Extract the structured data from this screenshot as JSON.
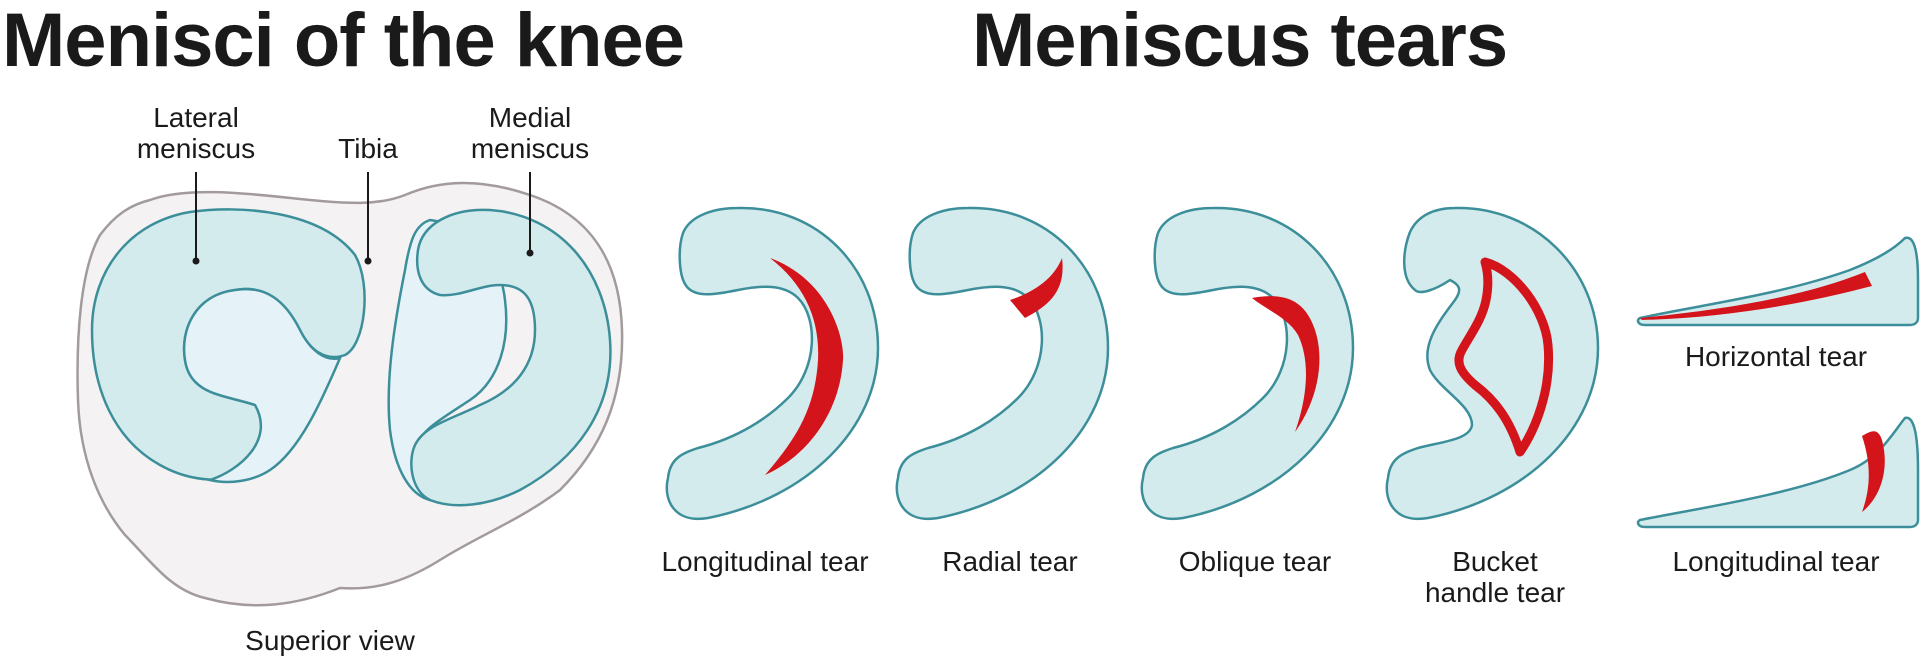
{
  "titles": {
    "left": "Menisci of the knee",
    "right": "Meniscus tears"
  },
  "knee_labels": {
    "lateral_1": "Lateral",
    "lateral_2": "meniscus",
    "tibia": "Tibia",
    "medial_1": "Medial",
    "medial_2": "meniscus",
    "view": "Superior view"
  },
  "tears": {
    "longitudinal": "Longitudinal tear",
    "radial": "Radial tear",
    "oblique": "Oblique tear",
    "bucket_1": "Bucket",
    "bucket_2": "handle tear",
    "horizontal": "Horizontal tear",
    "longitudinal_side": "Longitudinal tear"
  },
  "colors": {
    "meniscus": "#d4ebed",
    "outline": "#3c8f9a",
    "tibia": "#f4f2f2",
    "tear": "#d4141b"
  }
}
